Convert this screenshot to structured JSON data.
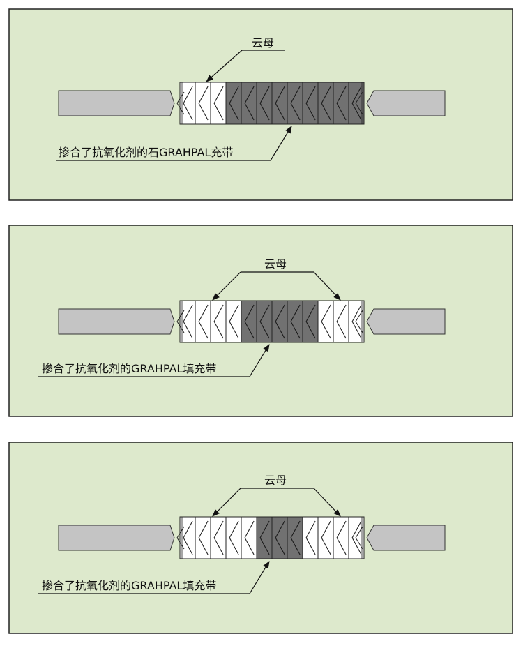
{
  "colors": {
    "panel_bg": "#dde9cc",
    "panel_border": "#222222",
    "rod": "#c4c4c4",
    "mica_white": "#ffffff",
    "graphite_dark": "#717171",
    "line": "#111111"
  },
  "panels": [
    {
      "mica_label": "云母",
      "filler_label": "掺合了抗氧化剂的石GRAHPAL充带",
      "mica_left_segments": 3,
      "graphite_segments": 9,
      "mica_right_segments": 0
    },
    {
      "mica_label": "云母",
      "filler_label": "掺合了抗氧化剂的GRAHPAL填充带",
      "mica_left_segments": 4,
      "graphite_segments": 5,
      "mica_right_segments": 3
    },
    {
      "mica_label": "云母",
      "filler_label": "掺合了抗氧化剂的GRAHPAL填充带",
      "mica_left_segments": 5,
      "graphite_segments": 3,
      "mica_right_segments": 4
    }
  ]
}
